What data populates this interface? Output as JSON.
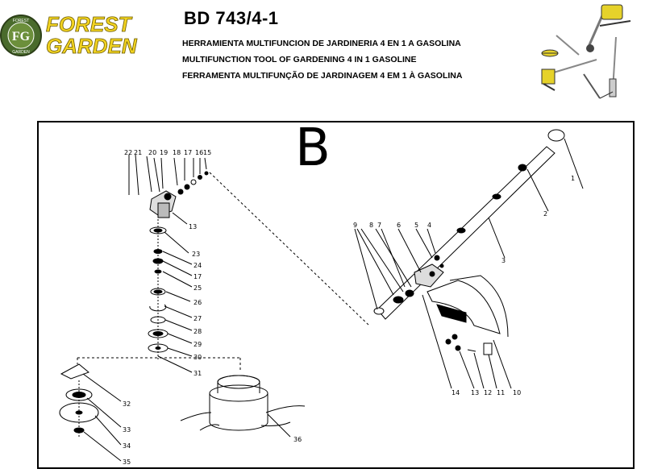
{
  "header": {
    "brand_line1": "FOREST",
    "brand_line2": "GARDEN",
    "emblem_letters": "FG",
    "emblem_ring_top": "FOREST",
    "emblem_ring_bottom": "GARDEN",
    "model": "BD 743/4-1",
    "title_es": "HERRAMIENTA MULTIFUNCION DE JARDINERIA 4 EN 1 A GASOLINA",
    "title_en": "MULTIFUNCTION TOOL OF GARDENING 4 IN 1 GASOLINE",
    "title_pt": "FERRAMENTA MULTIFUNÇÃO DE JARDINAGEM 4 EM 1 À GASOLINA"
  },
  "diagram": {
    "section_letter": "B",
    "part_labels": [
      "1",
      "2",
      "3",
      "4",
      "5",
      "6",
      "7",
      "8",
      "9",
      "10",
      "11",
      "12",
      "13",
      "14",
      "15",
      "16",
      "17",
      "18",
      "19",
      "20",
      "21",
      "22",
      "23",
      "24",
      "25",
      "26",
      "27",
      "28",
      "29",
      "30",
      "31",
      "32",
      "33",
      "34",
      "35",
      "36"
    ]
  },
  "colors": {
    "brand_yellow": "#f2d321",
    "brand_green": "#4a6b2c",
    "line": "#000000"
  }
}
